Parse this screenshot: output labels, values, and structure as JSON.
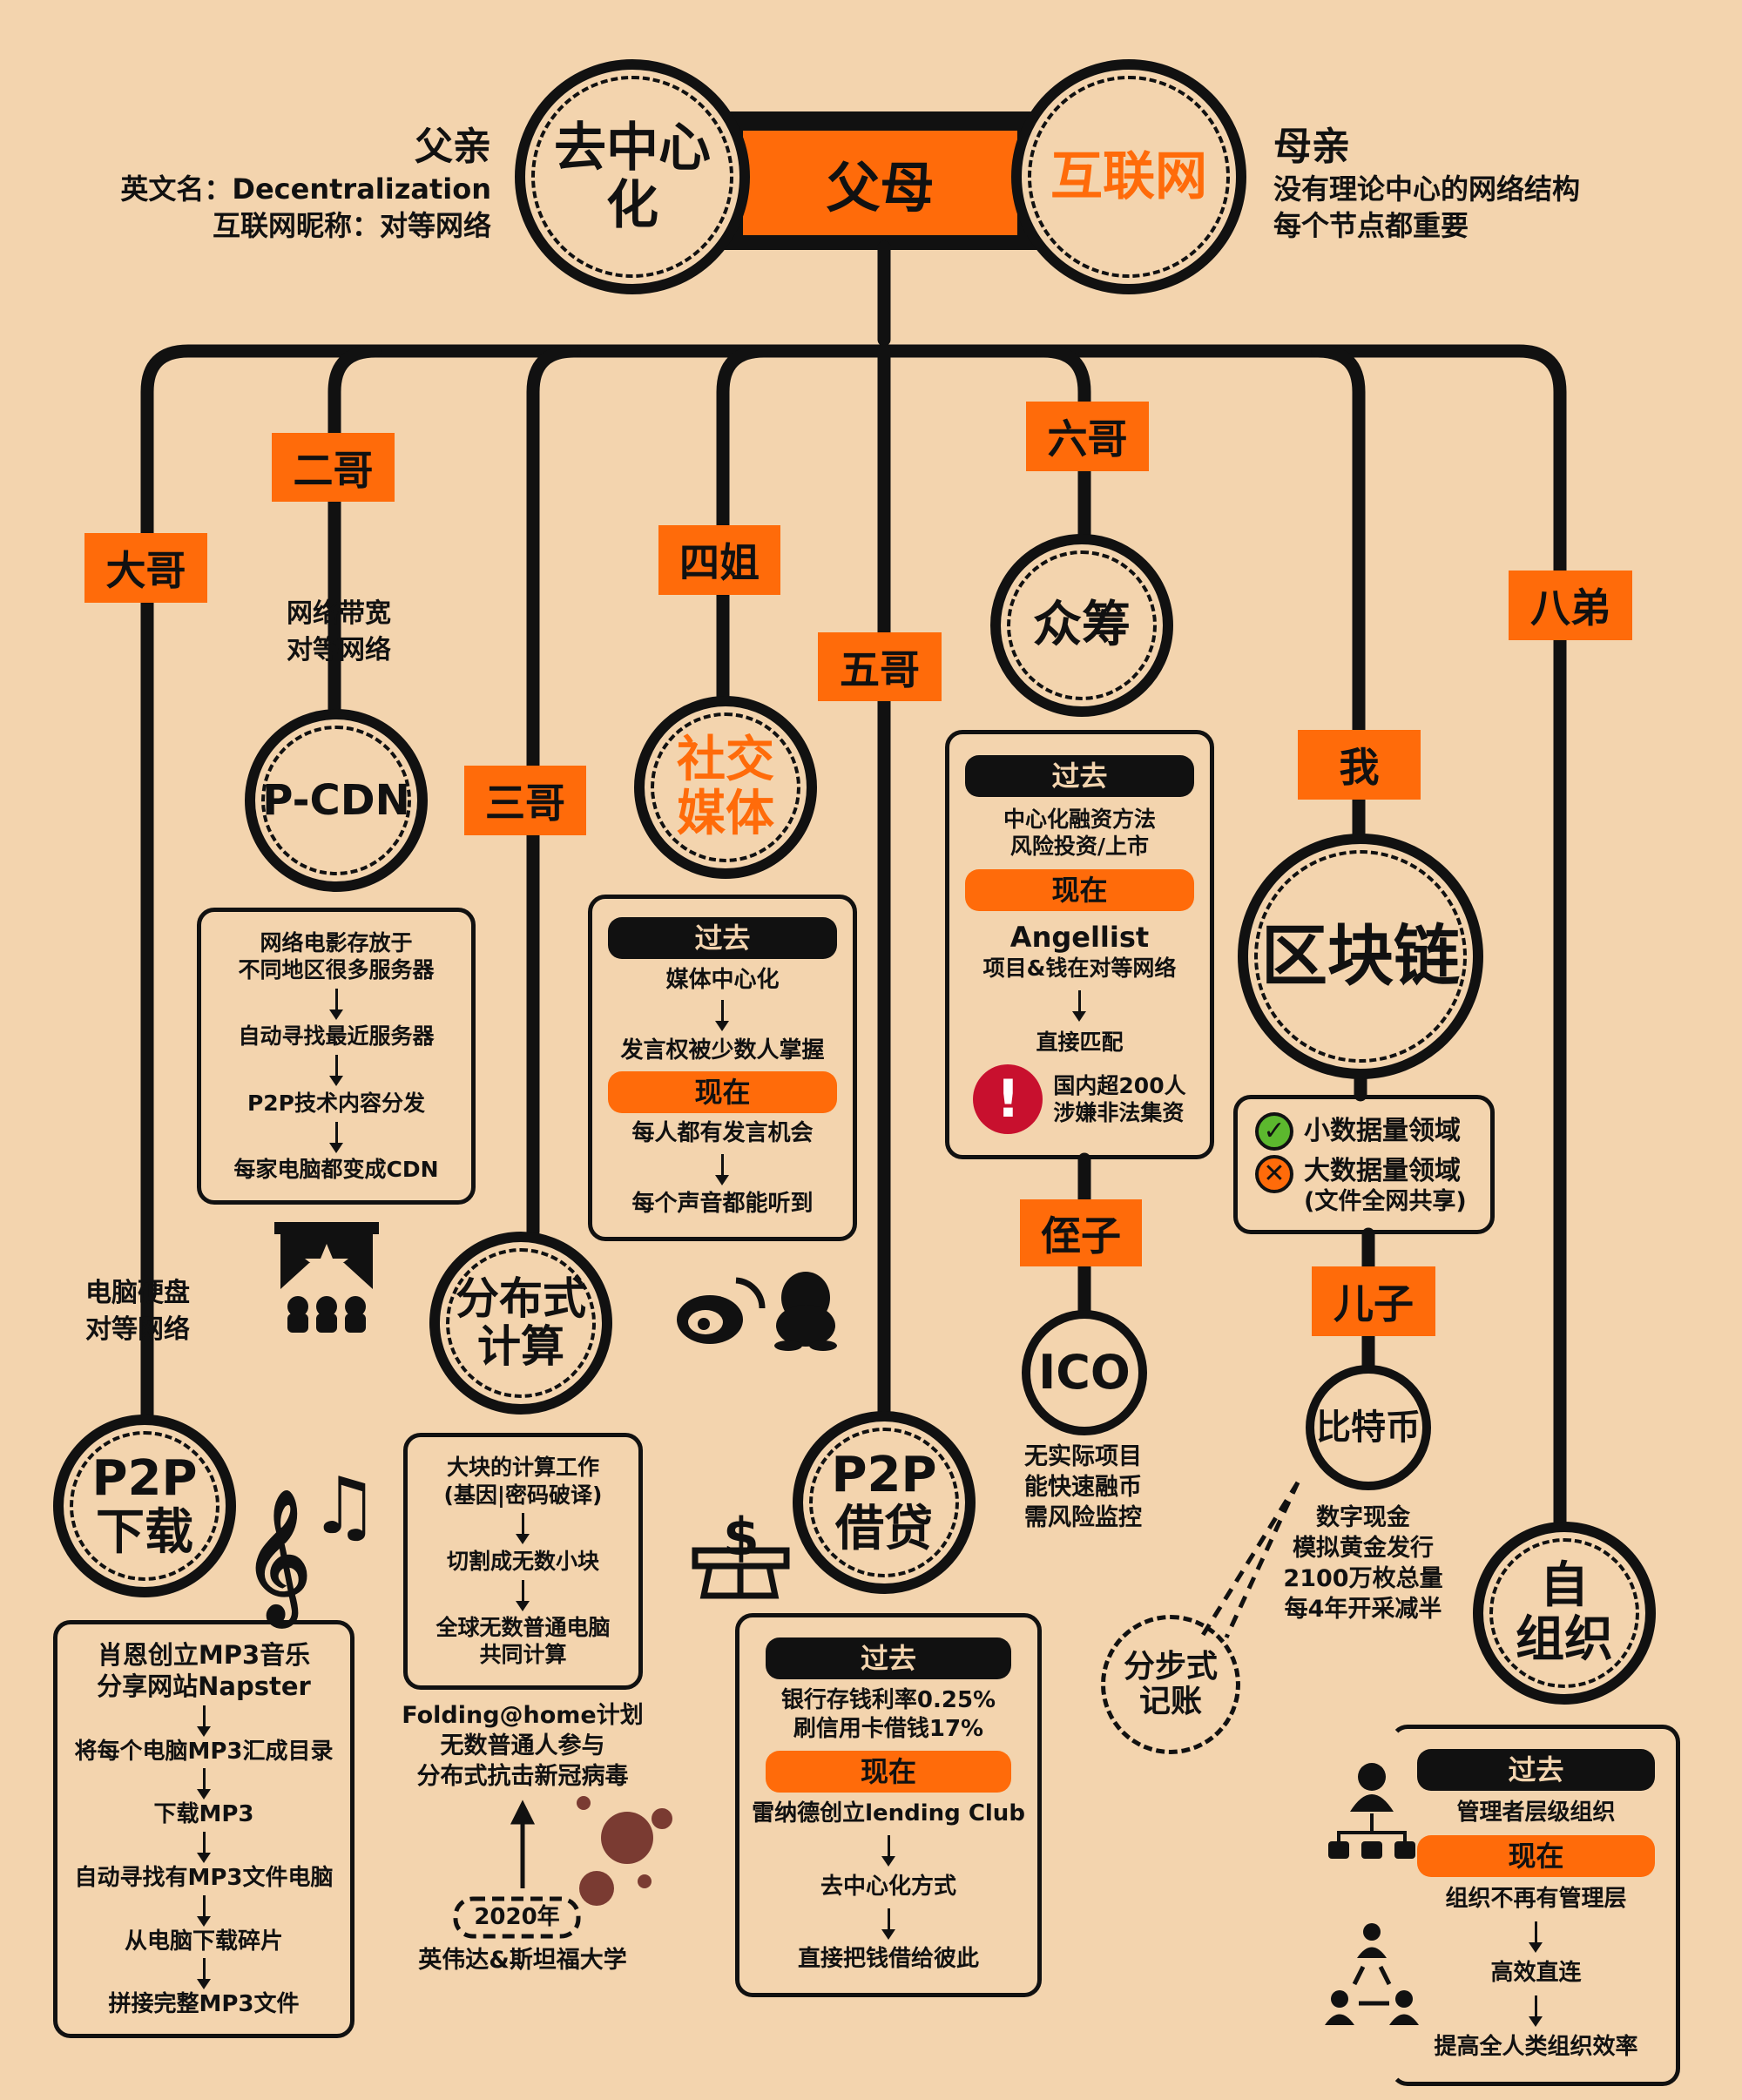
{
  "colors": {
    "background": "#f3d4ae",
    "accent": "#ff6b0a",
    "ink": "#111111",
    "alert": "#c8102e",
    "ok": "#5cb82e"
  },
  "parents": {
    "title": "父母",
    "father_circle": "去中心化",
    "mother_circle": "互联网",
    "father_label": "父亲",
    "father_en": "英文名：Decentralization",
    "father_nick": "互联网昵称：对等网络",
    "mother_label": "母亲",
    "mother_desc1": "没有理论中心的网络结构",
    "mother_desc2": "每个节点都重要"
  },
  "dage": {
    "tag": "大哥",
    "note": [
      "电脑硬盘",
      "对等网络"
    ],
    "circle": [
      "P2P",
      "下载"
    ],
    "steps": [
      "肖恩创立MP3音乐",
      "分享网站Napster",
      "将每个电脑MP3汇成目录",
      "下载MP3",
      "自动寻找有MP3文件电脑",
      "从电脑下载碎片",
      "拼接完整MP3文件"
    ],
    "icons": [
      "treble-clef-icon",
      "music-note-icon"
    ]
  },
  "erge": {
    "tag": "二哥",
    "note": [
      "网络带宽",
      "对等网络"
    ],
    "circle": "P-CDN",
    "steps": [
      "网络电影存放于",
      "不同地区很多服务器",
      "自动寻找最近服务器",
      "P2P技术内容分发",
      "每家电脑都变成CDN"
    ],
    "icon": "theater-icon"
  },
  "sange": {
    "tag": "三哥",
    "circle": [
      "分布式",
      "计算"
    ],
    "steps": [
      "大块的计算工作",
      "(基因|密码破译)",
      "切割成无数小块",
      "全球无数普通电脑",
      "共同计算"
    ],
    "folding": [
      "Folding@home计划",
      "无数普通人参与",
      "分布式抗击新冠病毒"
    ],
    "year": "2020年",
    "org": "英伟达&斯坦福大学",
    "icon": "virus-icon"
  },
  "sijie": {
    "tag": "四姐",
    "circle": [
      "社交",
      "媒体"
    ],
    "past_label": "过去",
    "now_label": "现在",
    "past": [
      "媒体中心化",
      "发言权被少数人掌握"
    ],
    "now": [
      "每人都有发言机会",
      "每个声音都能听到"
    ],
    "icons": [
      "weibo-icon",
      "qq-penguin-icon"
    ]
  },
  "wuge": {
    "tag": "五哥",
    "circle": [
      "P2P",
      "借贷"
    ],
    "past_label": "过去",
    "now_label": "现在",
    "past": [
      "银行存钱利率0.25%",
      "刷信用卡借钱17%"
    ],
    "now": [
      "雷纳德创立lending Club",
      "去中心化方式",
      "直接把钱借给彼此"
    ],
    "icon": "atm-dollar-icon"
  },
  "liuge": {
    "tag": "六哥",
    "circle": "众筹",
    "past_label": "过去",
    "now_label": "现在",
    "past": [
      "中心化融资方法",
      "风险投资/上市"
    ],
    "now_title": "Angellist",
    "now": [
      "项目&钱在对等网络",
      "直接匹配"
    ],
    "warning": [
      "国内超200人",
      "涉嫌非法集资"
    ]
  },
  "nephew": {
    "tag": "侄子",
    "circle": "ICO",
    "desc": [
      "无实际项目",
      "能快速融币",
      "需风险监控"
    ]
  },
  "me": {
    "tag": "我",
    "circle": "区块链",
    "good": "小数据量领域",
    "bad": "大数据量领域",
    "bad_note": "(文件全网共享)"
  },
  "son": {
    "tag": "儿子",
    "circle": "比特币",
    "desc": [
      "数字现金",
      "模拟黄金发行",
      "2100万枚总量",
      "每4年开采减半"
    ],
    "ledger": [
      "分步式",
      "记账"
    ]
  },
  "badi": {
    "tag": "八弟",
    "circle": [
      "自",
      "组织"
    ],
    "past_label": "过去",
    "now_label": "现在",
    "past": [
      "管理者层级组织"
    ],
    "now": [
      "组织不再有管理层",
      "高效直连",
      "提高全人类组织效率"
    ]
  }
}
